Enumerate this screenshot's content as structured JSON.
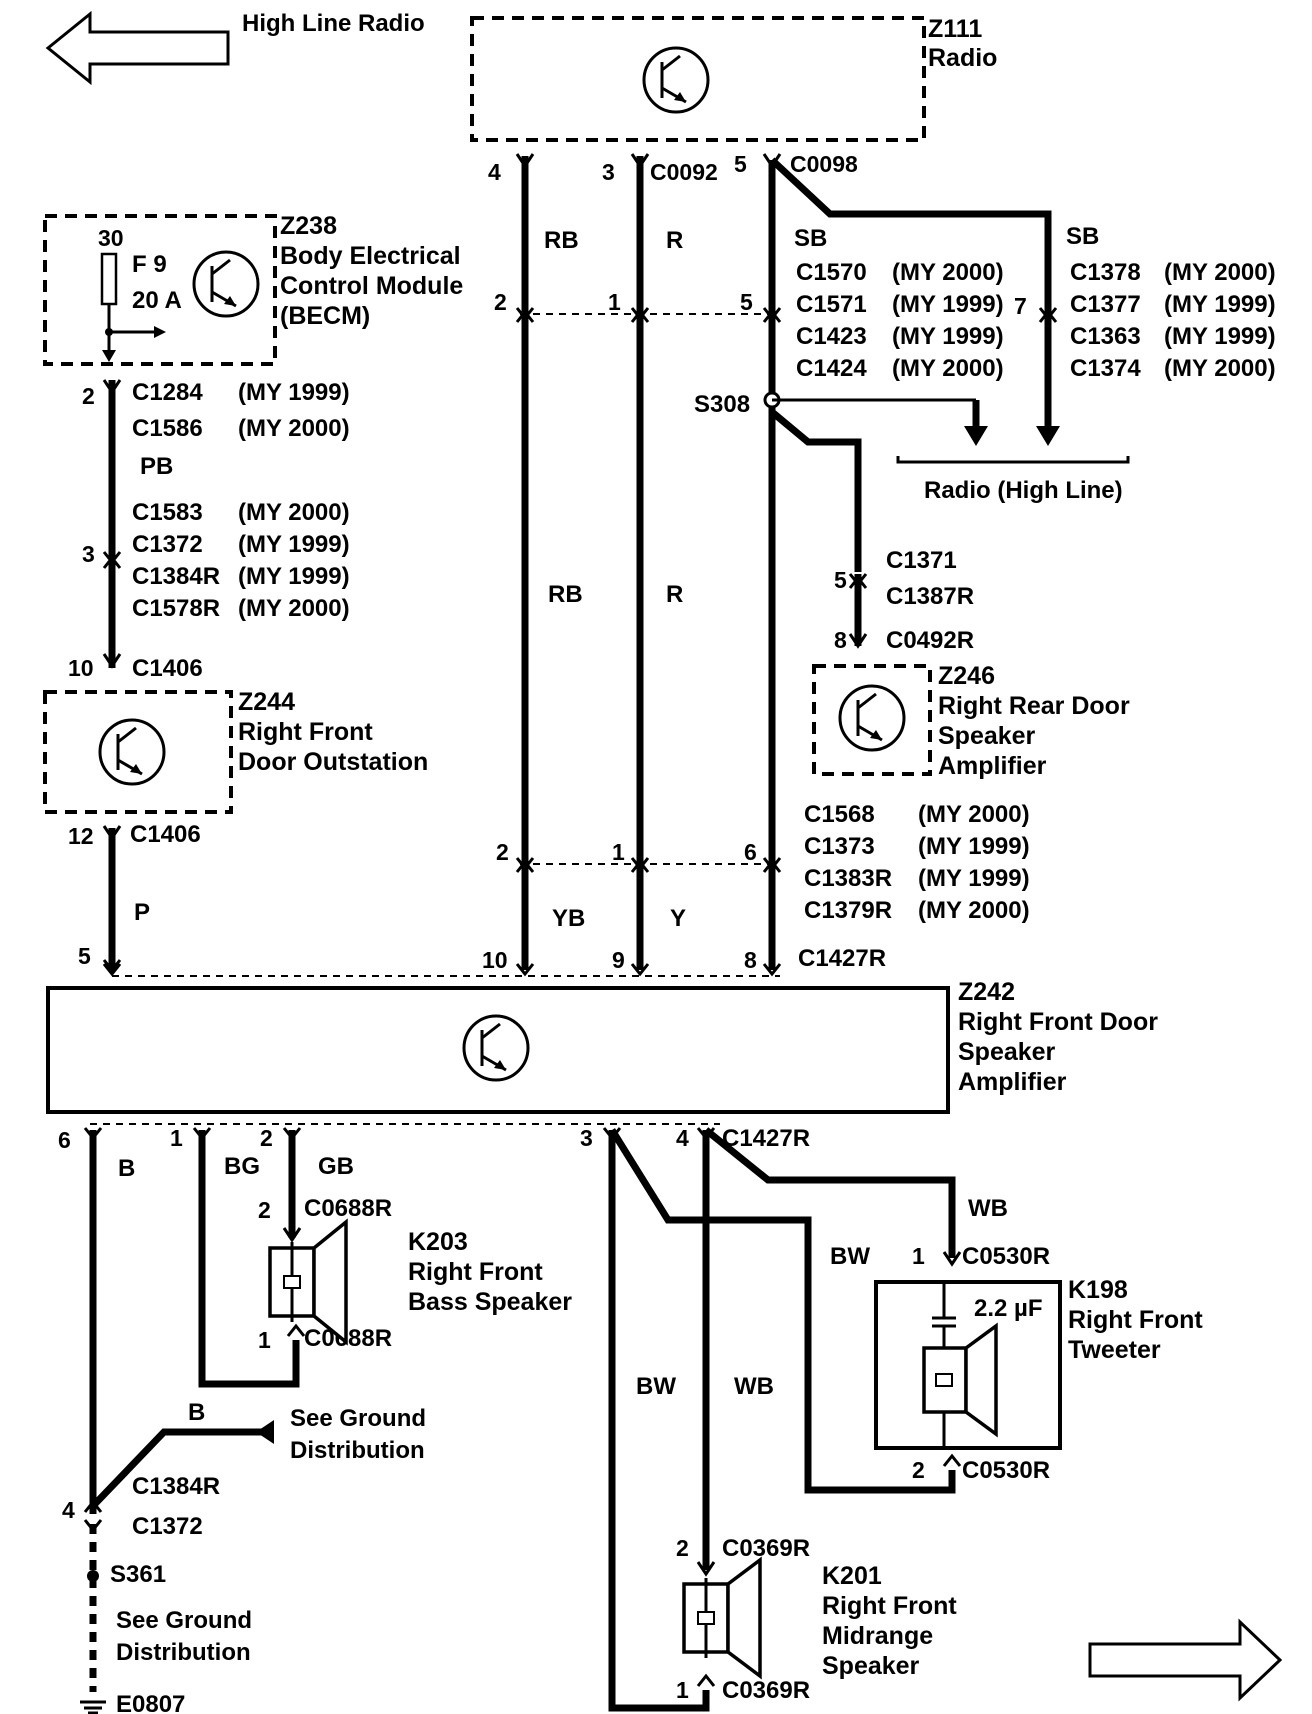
{
  "nav": {
    "prev_label": "High Line Radio"
  },
  "radio": {
    "id": "Z111",
    "name": "Radio",
    "pins": {
      "p4": "4",
      "p3": "3",
      "p5": "5"
    },
    "conn_a": "C0092",
    "conn_b": "C0098"
  },
  "becm": {
    "id": "Z238",
    "line1": "Body Electrical",
    "line2": "Control Module",
    "line3": "(BECM)",
    "fuse_pin": "30",
    "fuse_name": "F 9",
    "fuse_rating": "20 A"
  },
  "pb_run": {
    "pin_top": "2",
    "conn_1284": "C1284",
    "my_1284": "(MY 1999)",
    "conn_1586": "C1586",
    "my_1586": "(MY 2000)",
    "color": "PB",
    "pin_mid": "3",
    "c1": "C1583",
    "m1": "(MY 2000)",
    "c2": "C1372",
    "m2": "(MY 1999)",
    "c3": "C1384R",
    "m3": "(MY 1999)",
    "c4": "C1578R",
    "m4": "(MY 2000)",
    "pin_bot": "10",
    "conn_bot": "C1406"
  },
  "outstation": {
    "id": "Z244",
    "line1": "Right Front",
    "line2": "Door Outstation",
    "pin_out": "12",
    "conn_out": "C1406",
    "color_out": "P",
    "pin_amp": "5"
  },
  "mid_conn": {
    "pin_rb": "2",
    "pin_r": "1",
    "pin_sb": "5",
    "pin_sb2": "7",
    "c1": "C1570",
    "m1": "(MY 2000)",
    "c2": "C1571",
    "m2": "(MY 1999)",
    "c3": "C1423",
    "m3": "(MY 1999)",
    "c4": "C1424",
    "m4": "(MY 2000)",
    "d1": "C1378",
    "n1": "(MY 2000)",
    "d2": "C1377",
    "n2": "(MY 1999)",
    "d3": "C1363",
    "n3": "(MY 1999)",
    "d4": "C1374",
    "n4": "(MY 2000)"
  },
  "wires": {
    "rb": "RB",
    "r": "R",
    "sb": "SB",
    "sb2": "SB",
    "rb2": "RB",
    "r2": "R",
    "yb": "YB",
    "y": "Y"
  },
  "splice": {
    "id": "S308",
    "dest": "Radio (High Line)"
  },
  "rear_amp": {
    "pin5": "5",
    "conn_a": "C1371",
    "conn_b": "C1387R",
    "pin8": "8",
    "conn_c": "C0492R",
    "id": "Z246",
    "line1": "Right Rear Door",
    "line2": "Speaker",
    "line3": "Amplifier"
  },
  "low_conn": {
    "pin_rb": "2",
    "pin_r": "1",
    "pin_sb": "6",
    "c1": "C1568",
    "m1": "(MY 2000)",
    "c2": "C1373",
    "m2": "(MY 1999)",
    "c3": "C1383R",
    "m3": "(MY 1999)",
    "c4": "C1379R",
    "m4": "(MY 2000)"
  },
  "front_amp": {
    "id": "Z242",
    "line1": "Right Front Door",
    "line2": "Speaker",
    "line3": "Amplifier",
    "in_pin10": "10",
    "in_pin9": "9",
    "in_pin8": "8",
    "in_conn": "C1427R",
    "out_pin6": "6",
    "out_pin1": "1",
    "out_pin2": "2",
    "out_pin3": "3",
    "out_pin4": "4",
    "out_conn": "C1427R"
  },
  "bass": {
    "c_b": "B",
    "c_bg": "BG",
    "c_gb": "GB",
    "pin2": "2",
    "conn2": "C0688R",
    "pin1": "1",
    "conn1": "C0688R",
    "id": "K203",
    "line1": "Right Front",
    "line2": "Bass Speaker"
  },
  "tweeter": {
    "c_wb": "WB",
    "c_bw": "BW",
    "pin1": "1",
    "conn1": "C0530R",
    "pin2": "2",
    "conn2": "C0530R",
    "cap": "2.2 µF",
    "id": "K198",
    "line1": "Right Front",
    "line2": "Tweeter"
  },
  "mid": {
    "c_bw": "BW",
    "c_wb": "WB",
    "pin2": "2",
    "conn2": "C0369R",
    "pin1": "1",
    "conn1": "C0369R",
    "id": "K201",
    "line1": "Right Front",
    "line2": "Midrange",
    "line3": "Speaker"
  },
  "ground": {
    "c_b": "B",
    "gd1": "See Ground",
    "gd2": "Distribution",
    "pin4": "4",
    "conn_a": "C1384R",
    "conn_b": "C1372",
    "splice": "S361",
    "gd3": "See Ground",
    "gd4": "Distribution",
    "eid": "E0807"
  }
}
